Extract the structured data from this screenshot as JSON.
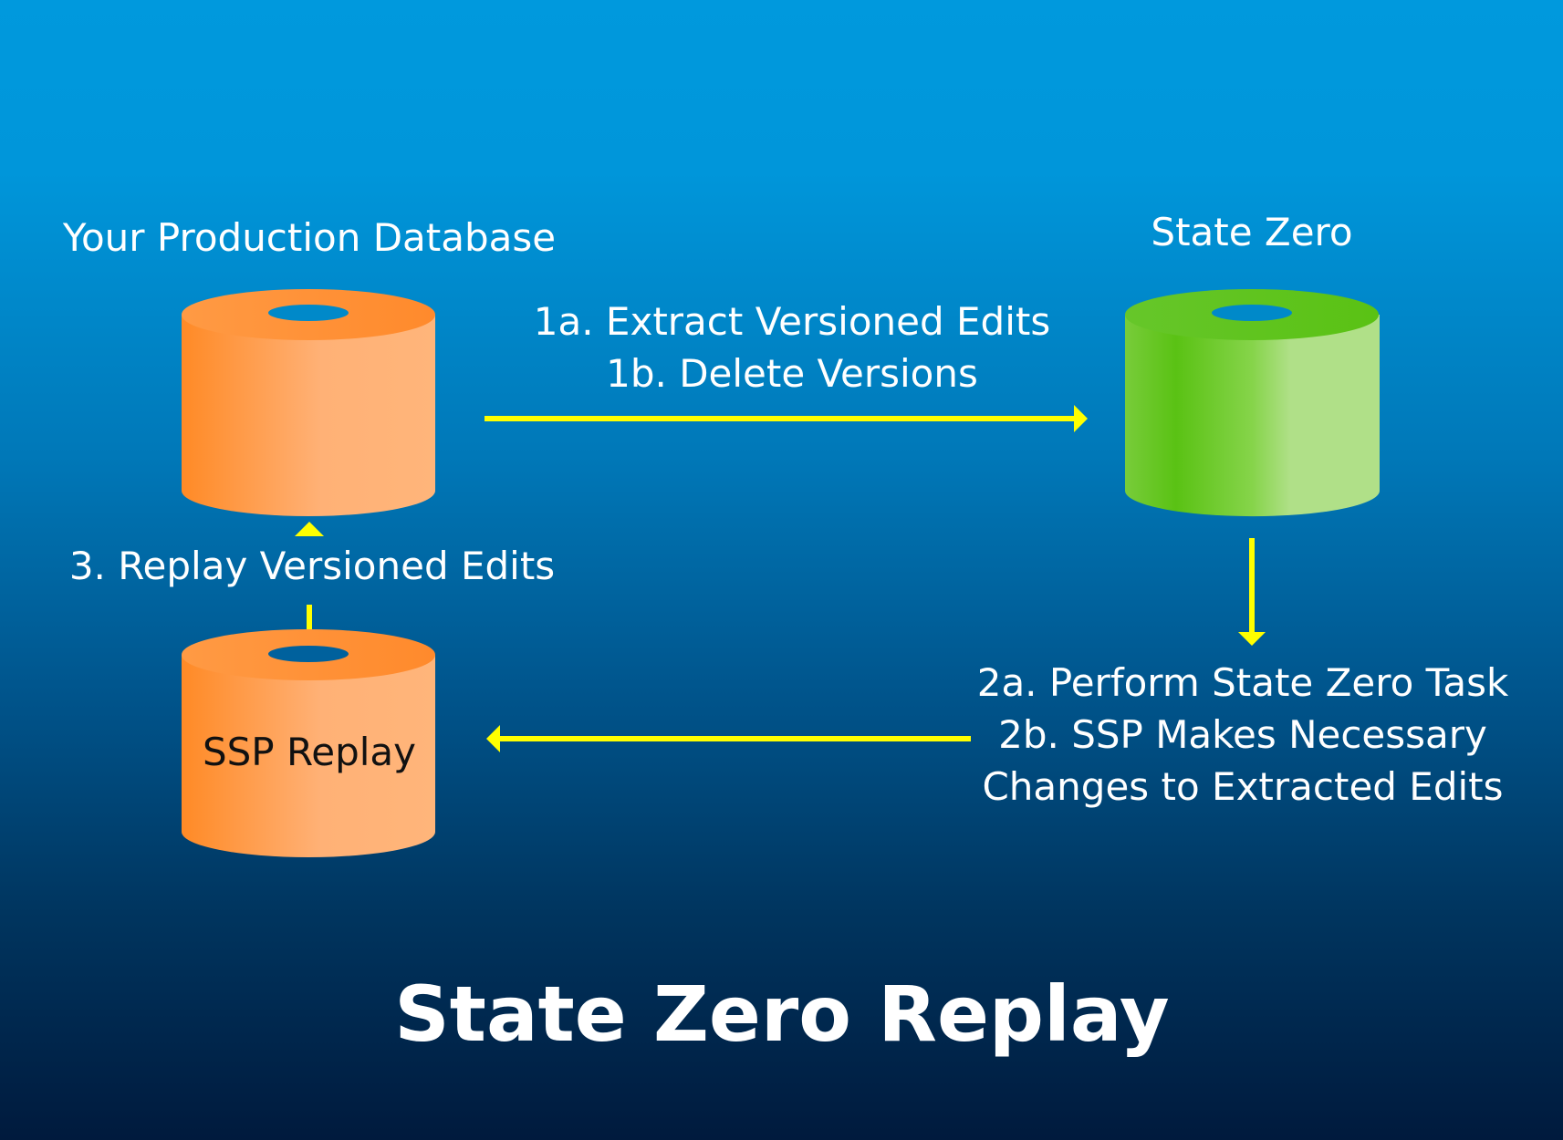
{
  "diagram": {
    "title": "State Zero Replay",
    "colors": {
      "arrow": "#ffff00",
      "orange_dark": "#ff8a26",
      "orange_light": "#ffb57a",
      "green_dark": "#5ac214",
      "green_light": "#b0e088",
      "text": "#ffffff",
      "cylinder_text": "#111111"
    },
    "nodes": {
      "production_db": {
        "label": "Your Production Database",
        "icon": "database-cylinder-icon"
      },
      "state_zero": {
        "label": "State Zero",
        "icon": "database-cylinder-icon"
      },
      "ssp_replay": {
        "label": "SSP Replay",
        "icon": "database-cylinder-icon"
      }
    },
    "edges": {
      "step1": {
        "from": "production_db",
        "to": "state_zero",
        "lines": [
          "1a. Extract Versioned Edits",
          "1b. Delete Versions"
        ]
      },
      "step2": {
        "from": "state_zero",
        "to": "ssp_replay",
        "lines": [
          "2a. Perform State Zero Task",
          "2b. SSP Makes Necessary",
          "Changes to Extracted Edits"
        ]
      },
      "step3": {
        "from": "ssp_replay",
        "to": "production_db",
        "lines": [
          "3. Replay Versioned Edits"
        ]
      }
    }
  }
}
